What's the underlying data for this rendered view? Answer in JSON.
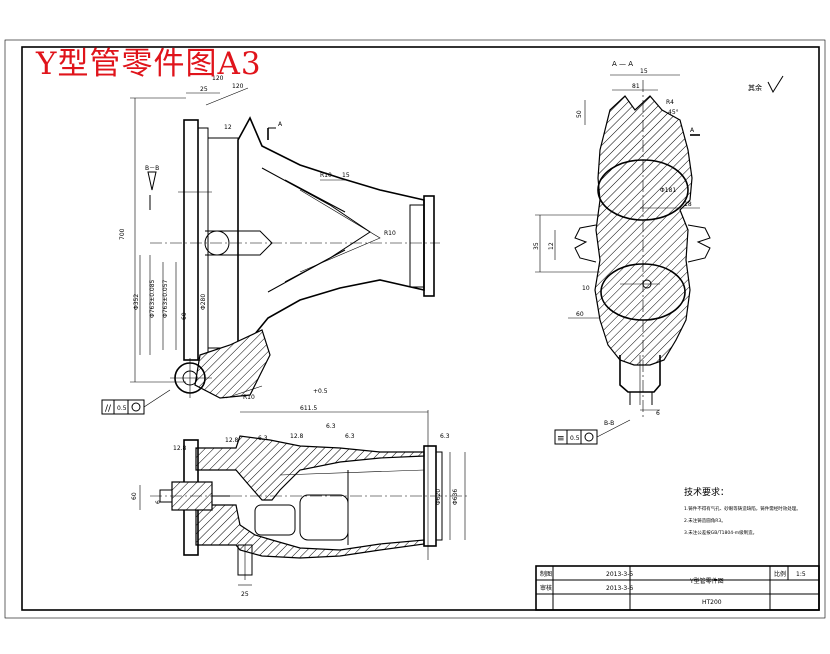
{
  "title": "Y型管零件图A3",
  "roughness_label": "其余",
  "section_label": "A — A",
  "view_label": "B－B",
  "notes": {
    "heading": "技术要求：",
    "lines": [
      "1.铸件不得有气孔、砂眼等铸造缺陷，铸件需经时效处理。",
      "2.未注铸造圆角R3。",
      "3.未注公差按GB/T1804-m级制造。"
    ]
  },
  "title_block": {
    "row1_label": "制图",
    "row1_date": "2013-3-5",
    "row2_label": "审核",
    "row2_date": "2013-3-6",
    "part_name": "Y型管零件图",
    "drawing_no": "HT200",
    "ratio_label": "比例",
    "ratio_value": "1:5"
  },
  "tolerances": {
    "left_tol": "0.5",
    "right_tol": "0.5"
  },
  "dims": {
    "d_top_w": "25",
    "d_top_r": "120",
    "d_hole_tol": "12",
    "d_height": "700",
    "d_phi352": "Φ352",
    "d_phi1": "Φ763±0.085",
    "d_phi2": "Φ763±0.057",
    "d_phi280": "Φ280",
    "d_60": "60",
    "d_r10": "R10",
    "d_15": "15",
    "d_611": "611.5",
    "d_plus": "+0.5",
    "d_620": "Φ620",
    "d_636": "Φ636",
    "d_a": "A",
    "d_a2": "A",
    "d_81": "81",
    "d_15b": "15",
    "d_50": "50",
    "d_14": "R4",
    "d_181": "Φ181",
    "d_18": "18",
    "d_35": "35",
    "d_12": "12",
    "d_60b": "60",
    "d_10": "10",
    "d_6": "6",
    "d_45": "45°",
    "d_63": "6.3",
    "d_63b": "6.3",
    "d_128": "12.8",
    "d_bb": "B-B",
    "d_25": "25"
  }
}
